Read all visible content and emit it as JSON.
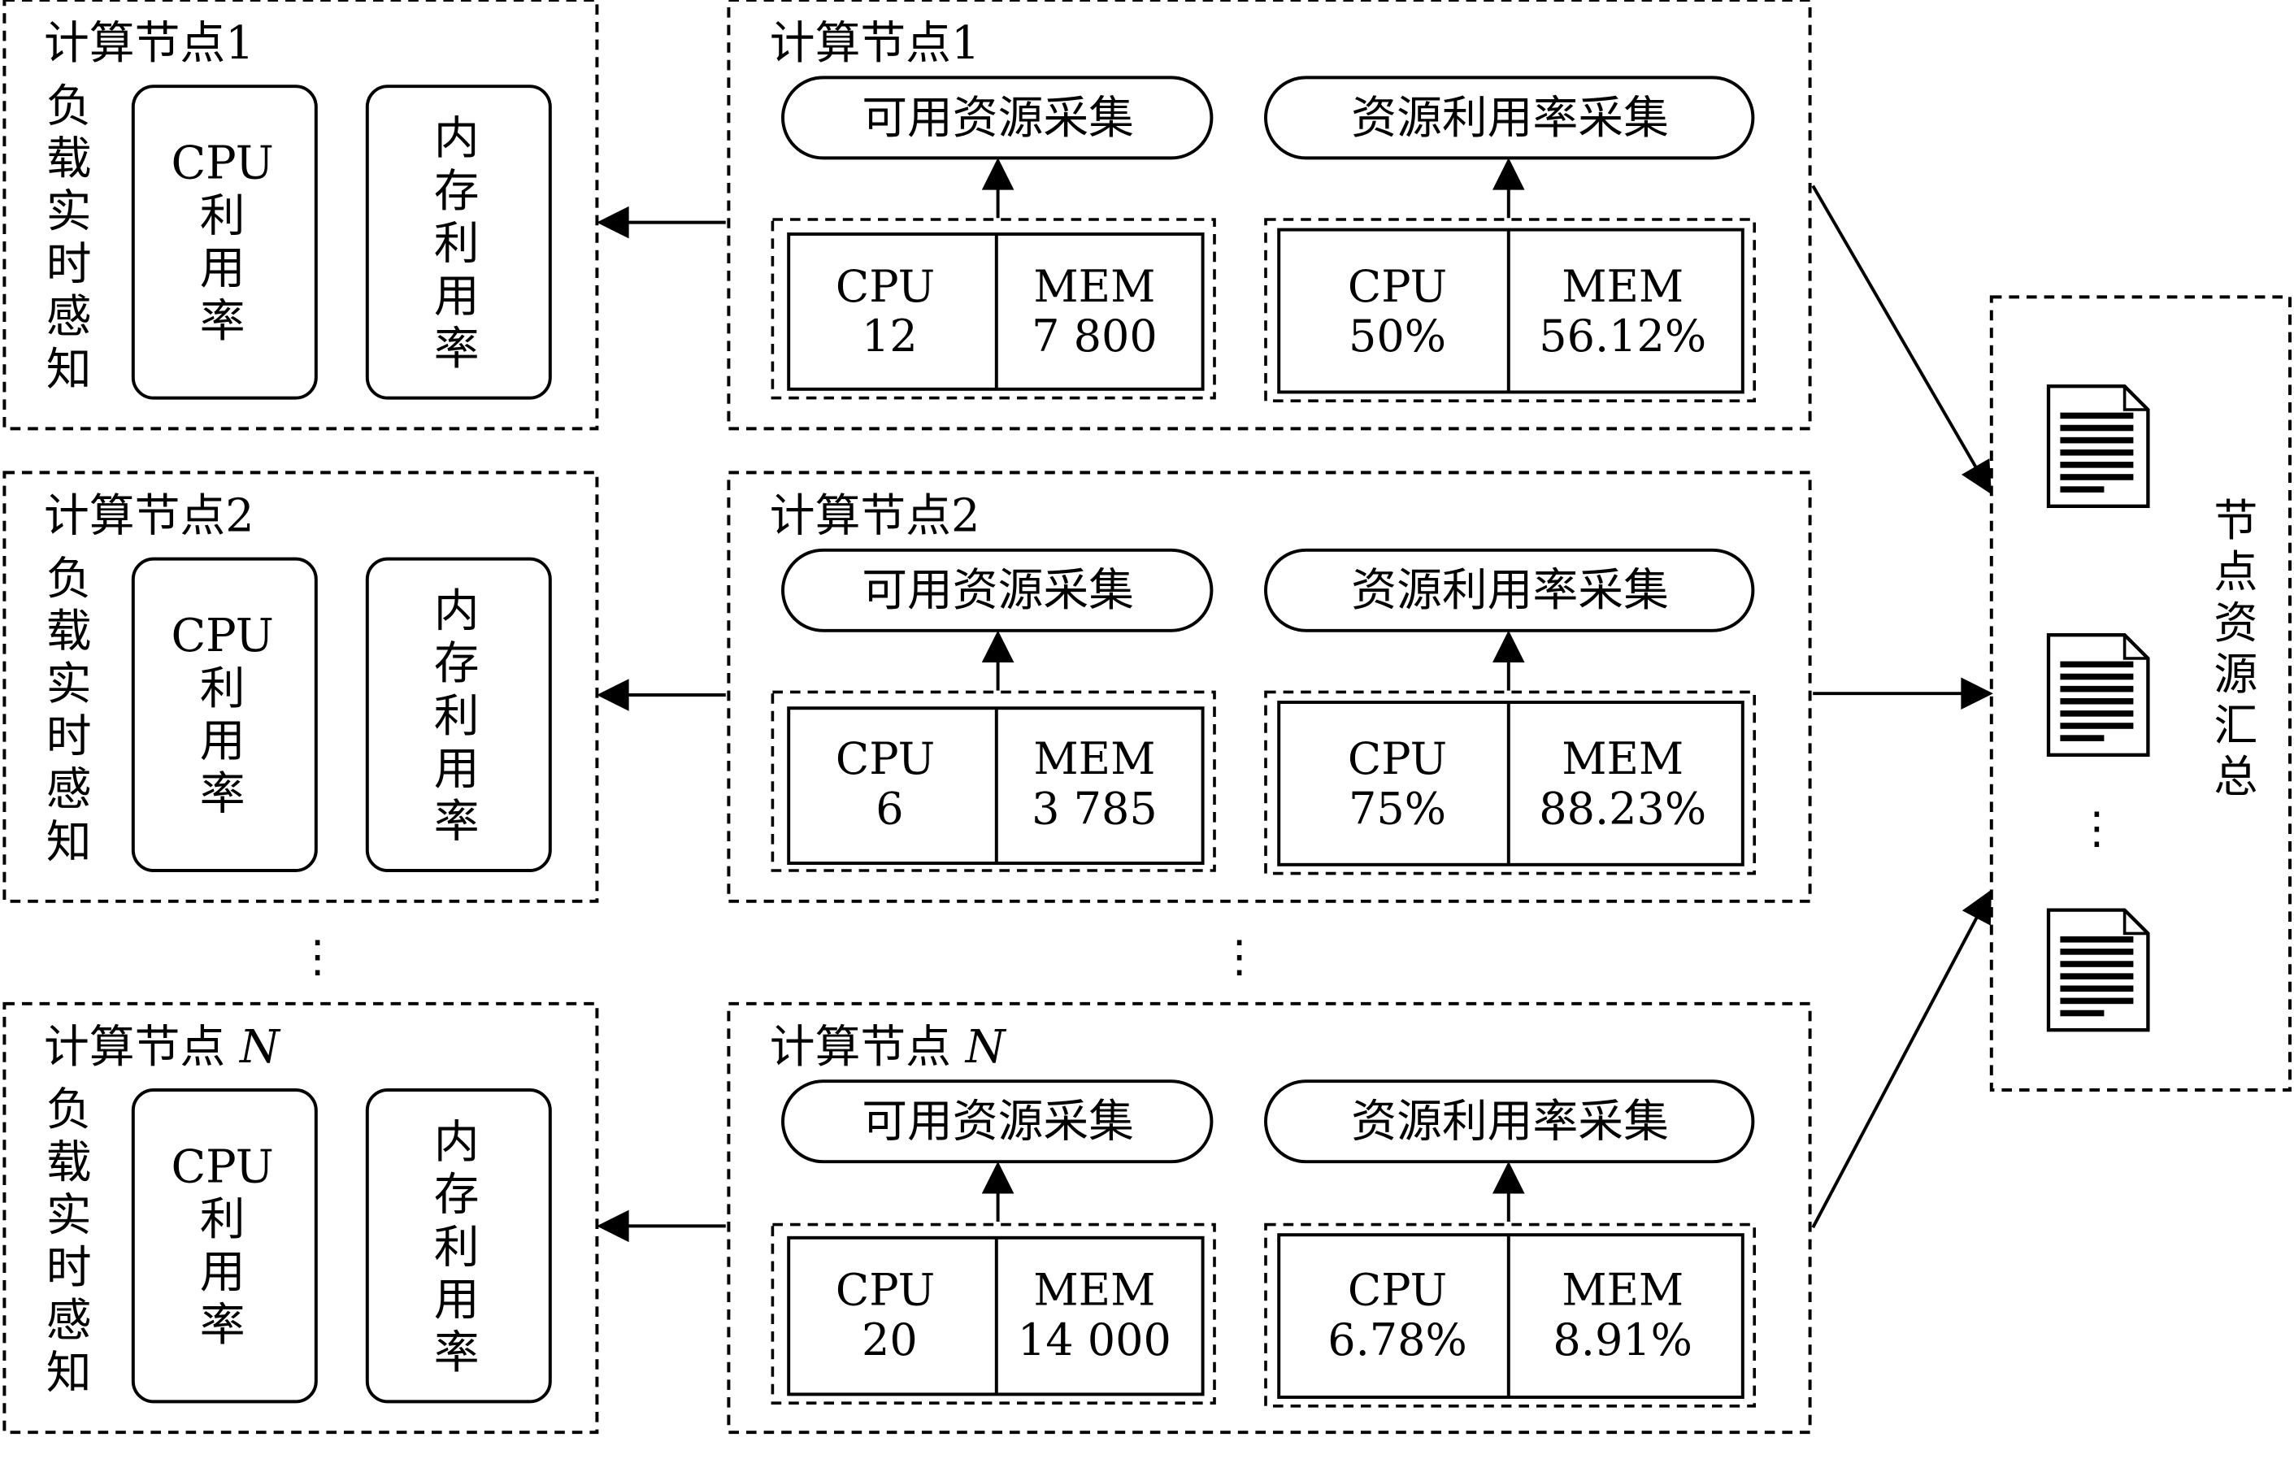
{
  "nodes": [
    {
      "left_title": "计算节点1",
      "right_title": "计算节点1",
      "perception_label": [
        "负",
        "载",
        "实",
        "时",
        "感",
        "知"
      ],
      "cpu_util_label": [
        "CPU",
        "利",
        "用",
        "率"
      ],
      "mem_util_label": [
        "内",
        "存",
        "利",
        "用",
        "率"
      ],
      "available_pill": "可用资源采集",
      "usage_pill": "资源利用率采集",
      "available_cpu_label": "CPU",
      "available_cpu_value": "12",
      "available_mem_label": "MEM",
      "available_mem_value": "7 800",
      "usage_cpu_label": "CPU",
      "usage_cpu_value": "50%",
      "usage_mem_label": "MEM",
      "usage_mem_value": "56.12%"
    },
    {
      "left_title": "计算节点2",
      "right_title": "计算节点2",
      "perception_label": [
        "负",
        "载",
        "实",
        "时",
        "感",
        "知"
      ],
      "cpu_util_label": [
        "CPU",
        "利",
        "用",
        "率"
      ],
      "mem_util_label": [
        "内",
        "存",
        "利",
        "用",
        "率"
      ],
      "available_pill": "可用资源采集",
      "usage_pill": "资源利用率采集",
      "available_cpu_label": "CPU",
      "available_cpu_value": "6",
      "available_mem_label": "MEM",
      "available_mem_value": "3 785",
      "usage_cpu_label": "CPU",
      "usage_cpu_value": "75%",
      "usage_mem_label": "MEM",
      "usage_mem_value": "88.23%"
    },
    {
      "left_title": "计算节点 ",
      "left_title_var": "N",
      "right_title": "计算节点 ",
      "right_title_var": "N",
      "perception_label": [
        "负",
        "载",
        "实",
        "时",
        "感",
        "知"
      ],
      "cpu_util_label": [
        "CPU",
        "利",
        "用",
        "率"
      ],
      "mem_util_label": [
        "内",
        "存",
        "利",
        "用",
        "率"
      ],
      "available_pill": "可用资源采集",
      "usage_pill": "资源利用率采集",
      "available_cpu_label": "CPU",
      "available_cpu_value": "20",
      "available_mem_label": "MEM",
      "available_mem_value": "14 000",
      "usage_cpu_label": "CPU",
      "usage_cpu_value": "6.78%",
      "usage_mem_label": "MEM",
      "usage_mem_value": "8.91%"
    }
  ],
  "ellipsis": "⋮",
  "summary": {
    "label": [
      "节",
      "点",
      "资",
      "源",
      "汇",
      "总"
    ],
    "document_icons": [
      "document-icon",
      "document-icon",
      "document-icon"
    ]
  },
  "colors": {
    "stroke": "#000000",
    "background": "#ffffff"
  }
}
